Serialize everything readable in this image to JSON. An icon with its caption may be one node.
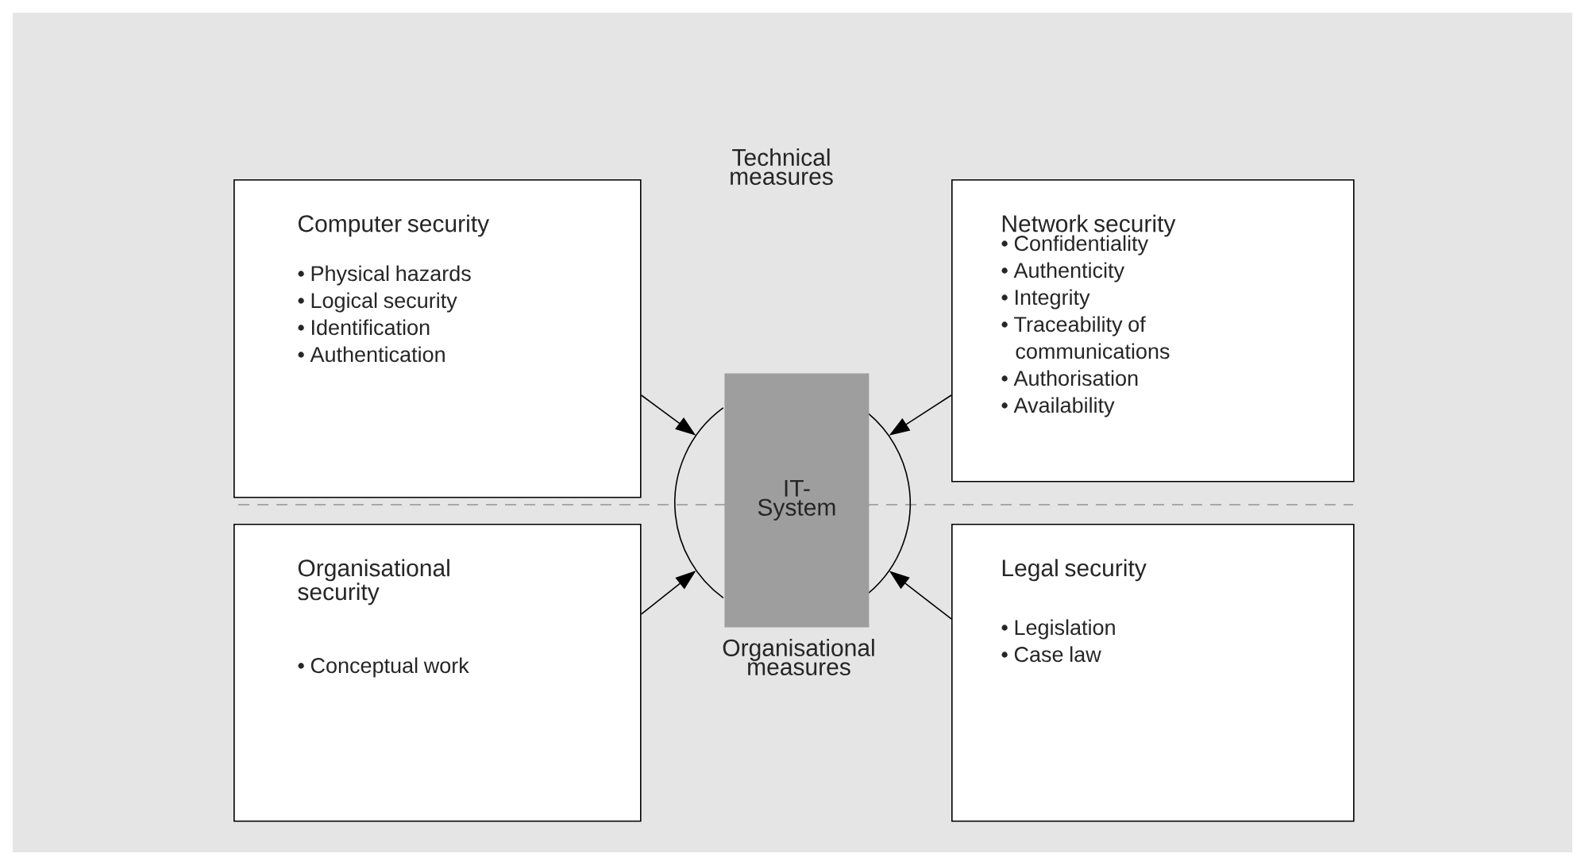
{
  "diagram": {
    "nodes": [
      {
        "text": [
          "Computer security",
          "• Physical hazards",
          "• Logical security",
          "• Identification",
          "• Authentication"
        ]
      },
      {
        "text": [
          "Network security",
          "• Confidentiality",
          "• Authenticity",
          "• Integrity",
          "• Traceability of communications",
          "• Authorisation",
          "• Availability"
        ]
      },
      {
        "text": [
          "Organisational security",
          "• Conceptual work"
        ]
      },
      {
        "text": [
          "Legal security",
          "• Legislation",
          "• Case law"
        ]
      },
      {
        "text": [],
        "shape": "circle"
      },
      {
        "text": [
          "IT-System"
        ]
      }
    ],
    "edges": [
      {
        "from": 0,
        "to": 4,
        "arrow": "to"
      },
      {
        "from": 1,
        "to": 4,
        "arrow": "to"
      },
      {
        "from": 2,
        "to": 4,
        "arrow": "to"
      },
      {
        "from": 3,
        "to": 4,
        "arrow": "to"
      }
    ],
    "labels": [
      "Technical measures",
      "Organisational measures"
    ]
  }
}
